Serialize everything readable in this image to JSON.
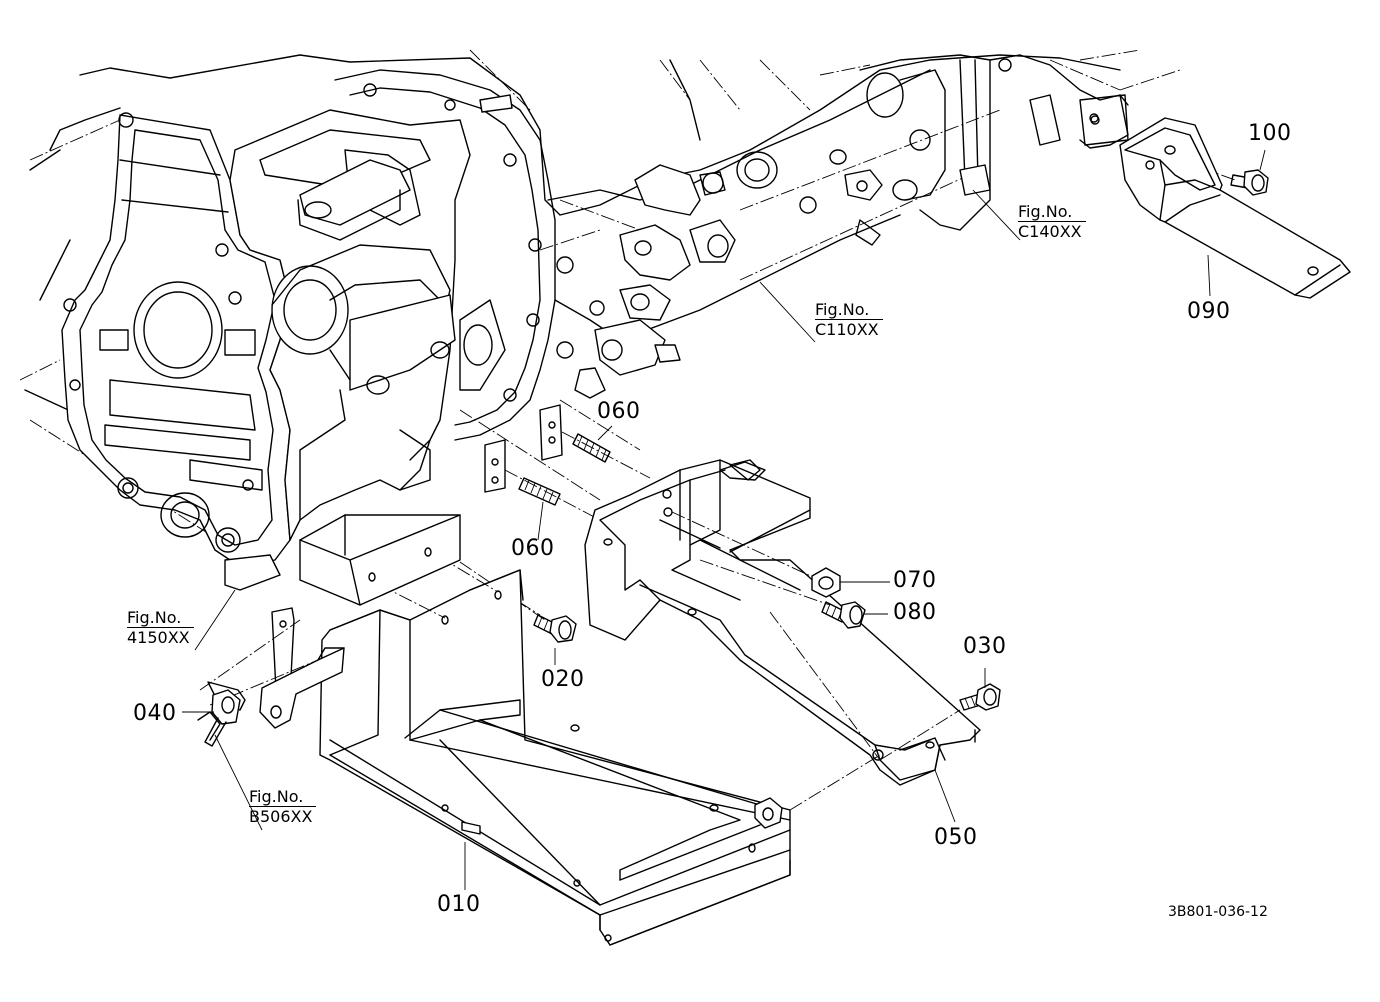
{
  "parts": [
    {
      "id": "p010",
      "label": "010"
    },
    {
      "id": "p020",
      "label": "020"
    },
    {
      "id": "p030",
      "label": "030"
    },
    {
      "id": "p040",
      "label": "040"
    },
    {
      "id": "p050",
      "label": "050"
    },
    {
      "id": "p060a",
      "label": "060"
    },
    {
      "id": "p060b",
      "label": "060"
    },
    {
      "id": "p070",
      "label": "070"
    },
    {
      "id": "p080",
      "label": "080"
    },
    {
      "id": "p090",
      "label": "090"
    },
    {
      "id": "p100",
      "label": "100"
    }
  ],
  "fig_refs": [
    {
      "id": "c140",
      "caption": "Fig.No.",
      "number": "C140XX"
    },
    {
      "id": "c110",
      "caption": "Fig.No.",
      "number": "C110XX"
    },
    {
      "id": "r4150",
      "caption": "Fig.No.",
      "number": "4150XX"
    },
    {
      "id": "b506",
      "caption": "Fig.No.",
      "number": "B506XX"
    }
  ],
  "drawing_code": "3B801-036-12"
}
